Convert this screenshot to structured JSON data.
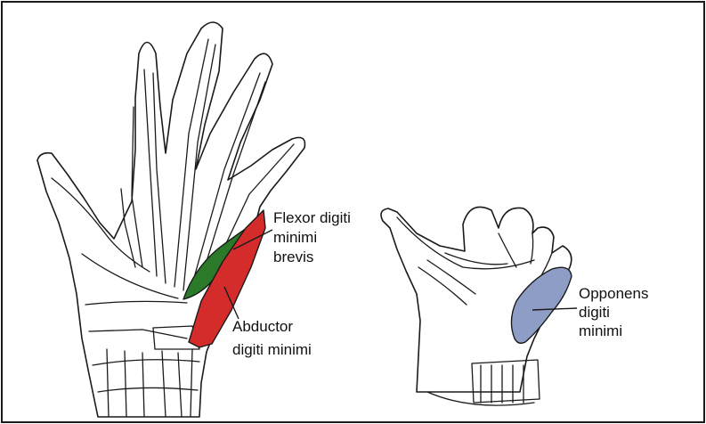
{
  "labels": {
    "fdmb": [
      "Flexor digiti",
      "minimi",
      "brevis"
    ],
    "adm": [
      "Abductor",
      "digiti minimi"
    ],
    "odm": [
      "Opponens",
      "digiti",
      "minimi"
    ]
  },
  "colors": {
    "flexor": "#2a7a2a",
    "abductor": "#d42b2b",
    "opponens": "#8d9dc6",
    "border": "#1a1a1a",
    "background": "#ffffff"
  }
}
